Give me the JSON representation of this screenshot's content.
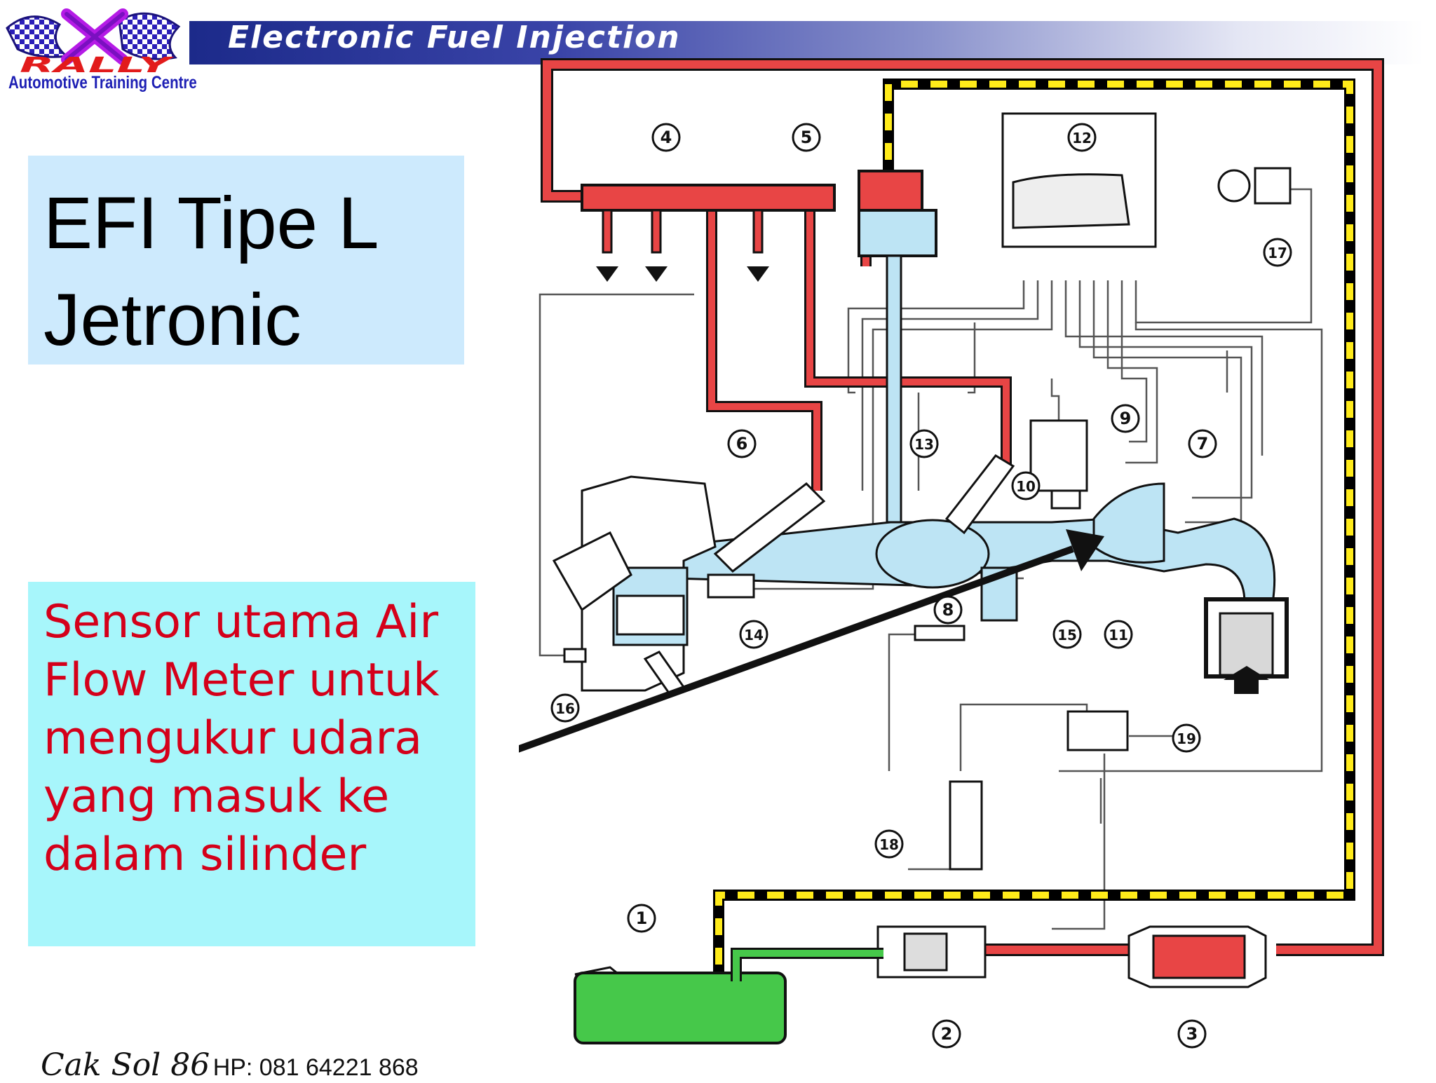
{
  "header": {
    "title": "Electronic Fuel Injection"
  },
  "logo": {
    "brand": "RALLY",
    "subtitle": "Automotive Training Centre"
  },
  "title_box": {
    "line1": "EFI Tipe L",
    "line2": "Jetronic"
  },
  "callout": {
    "text": "Sensor utama Air Flow Meter untuk mengukur udara yang masuk ke dalam silinder"
  },
  "footer": {
    "name": "Cak Sol 86",
    "phone": "HP: 081 64221 868"
  },
  "diagram": {
    "labels": [
      "1",
      "2",
      "3",
      "4",
      "5",
      "6",
      "7",
      "8",
      "9",
      "10",
      "11",
      "12",
      "13",
      "14",
      "15",
      "16",
      "17",
      "18",
      "19"
    ]
  },
  "colors": {
    "fuel_pressure_line": "#e84545",
    "fuel_return_line": "#ffeb1a",
    "fuel_tank": "#46c84a",
    "air_flow": "#bde4f4",
    "callout_text": "#d4001a",
    "header_bar": "#1c2a8a"
  }
}
